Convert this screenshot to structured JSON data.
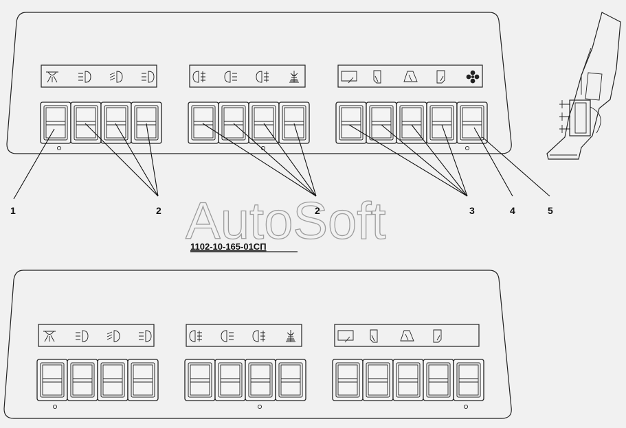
{
  "watermark": "AutoSoft",
  "caption": "1102-10-165-01СП",
  "callouts": [
    "1",
    "2",
    "2",
    "3",
    "4",
    "5"
  ],
  "icons": {
    "group1": [
      "interior-light-icon",
      "sidelight-icon",
      "dipped-beam-icon",
      "main-beam-icon"
    ],
    "group2": [
      "rear-fog-light-icon",
      "front-fog-light-icon",
      "work-light-icon",
      "hazard-warning-icon"
    ],
    "group3": [
      "rear-window-heater-icon",
      "right-mirror-heater-icon",
      "windshield-heater-icon",
      "left-mirror-heater-icon",
      "fan-icon"
    ]
  },
  "colors": {
    "line": "#222222",
    "background": "#f1f1f1",
    "watermark": "#9c9c9c"
  }
}
